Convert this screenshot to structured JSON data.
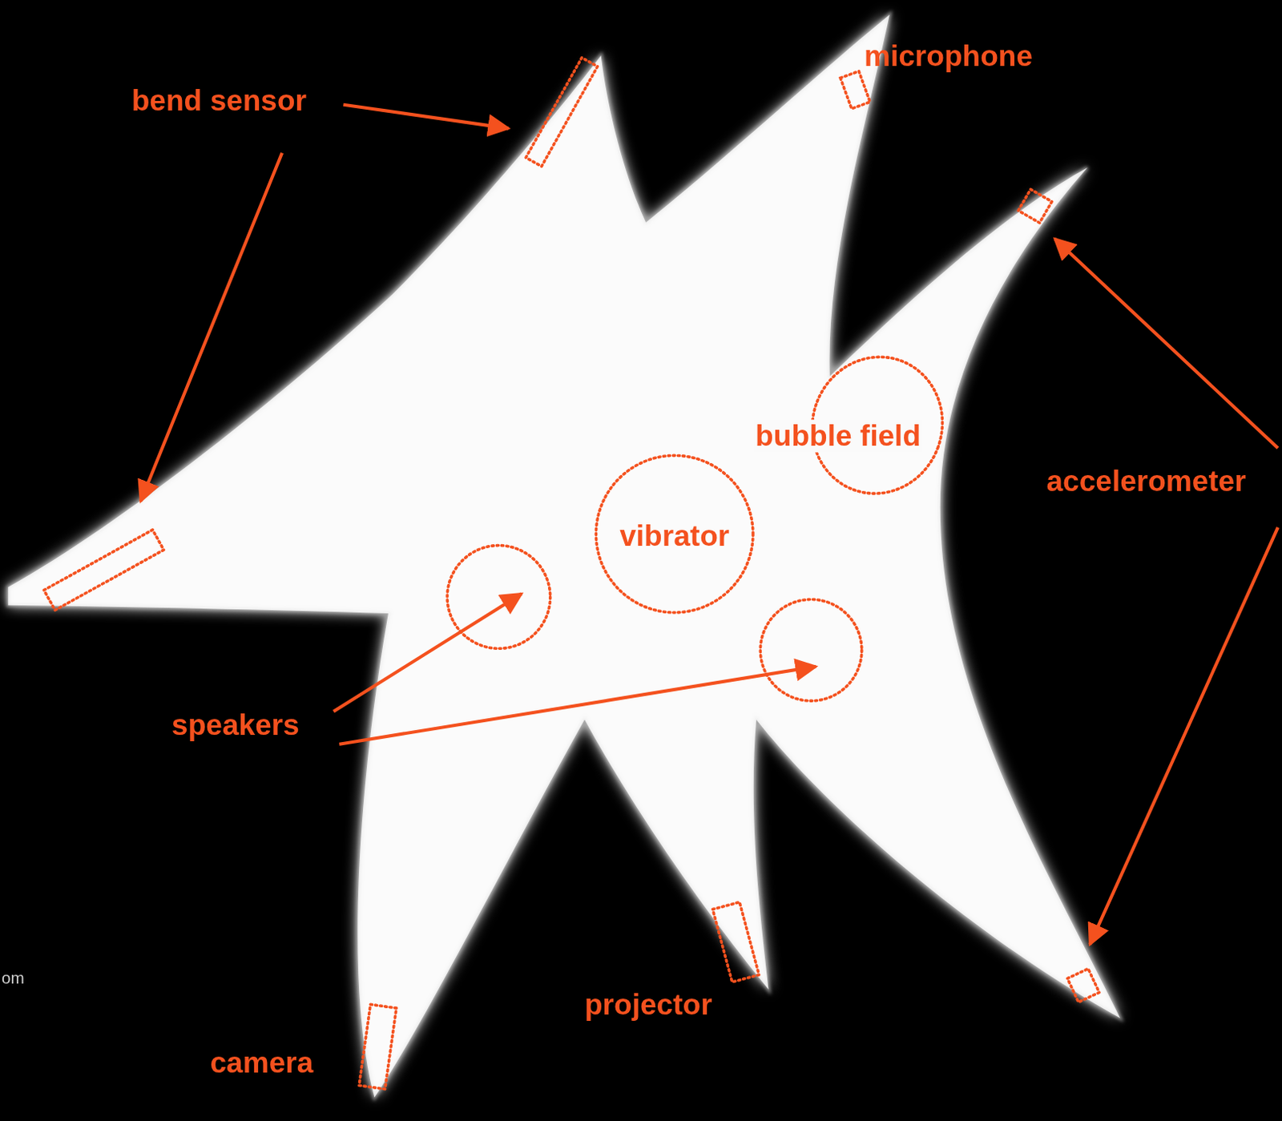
{
  "diagram": {
    "nodes": [
      {
        "text": [
          "bubble field"
        ]
      },
      {
        "text": [
          "vibrator"
        ]
      }
    ],
    "labels": [
      "bend sensor",
      "microphone",
      "accelerometer",
      "speakers",
      "projector",
      "camera",
      "om"
    ]
  }
}
